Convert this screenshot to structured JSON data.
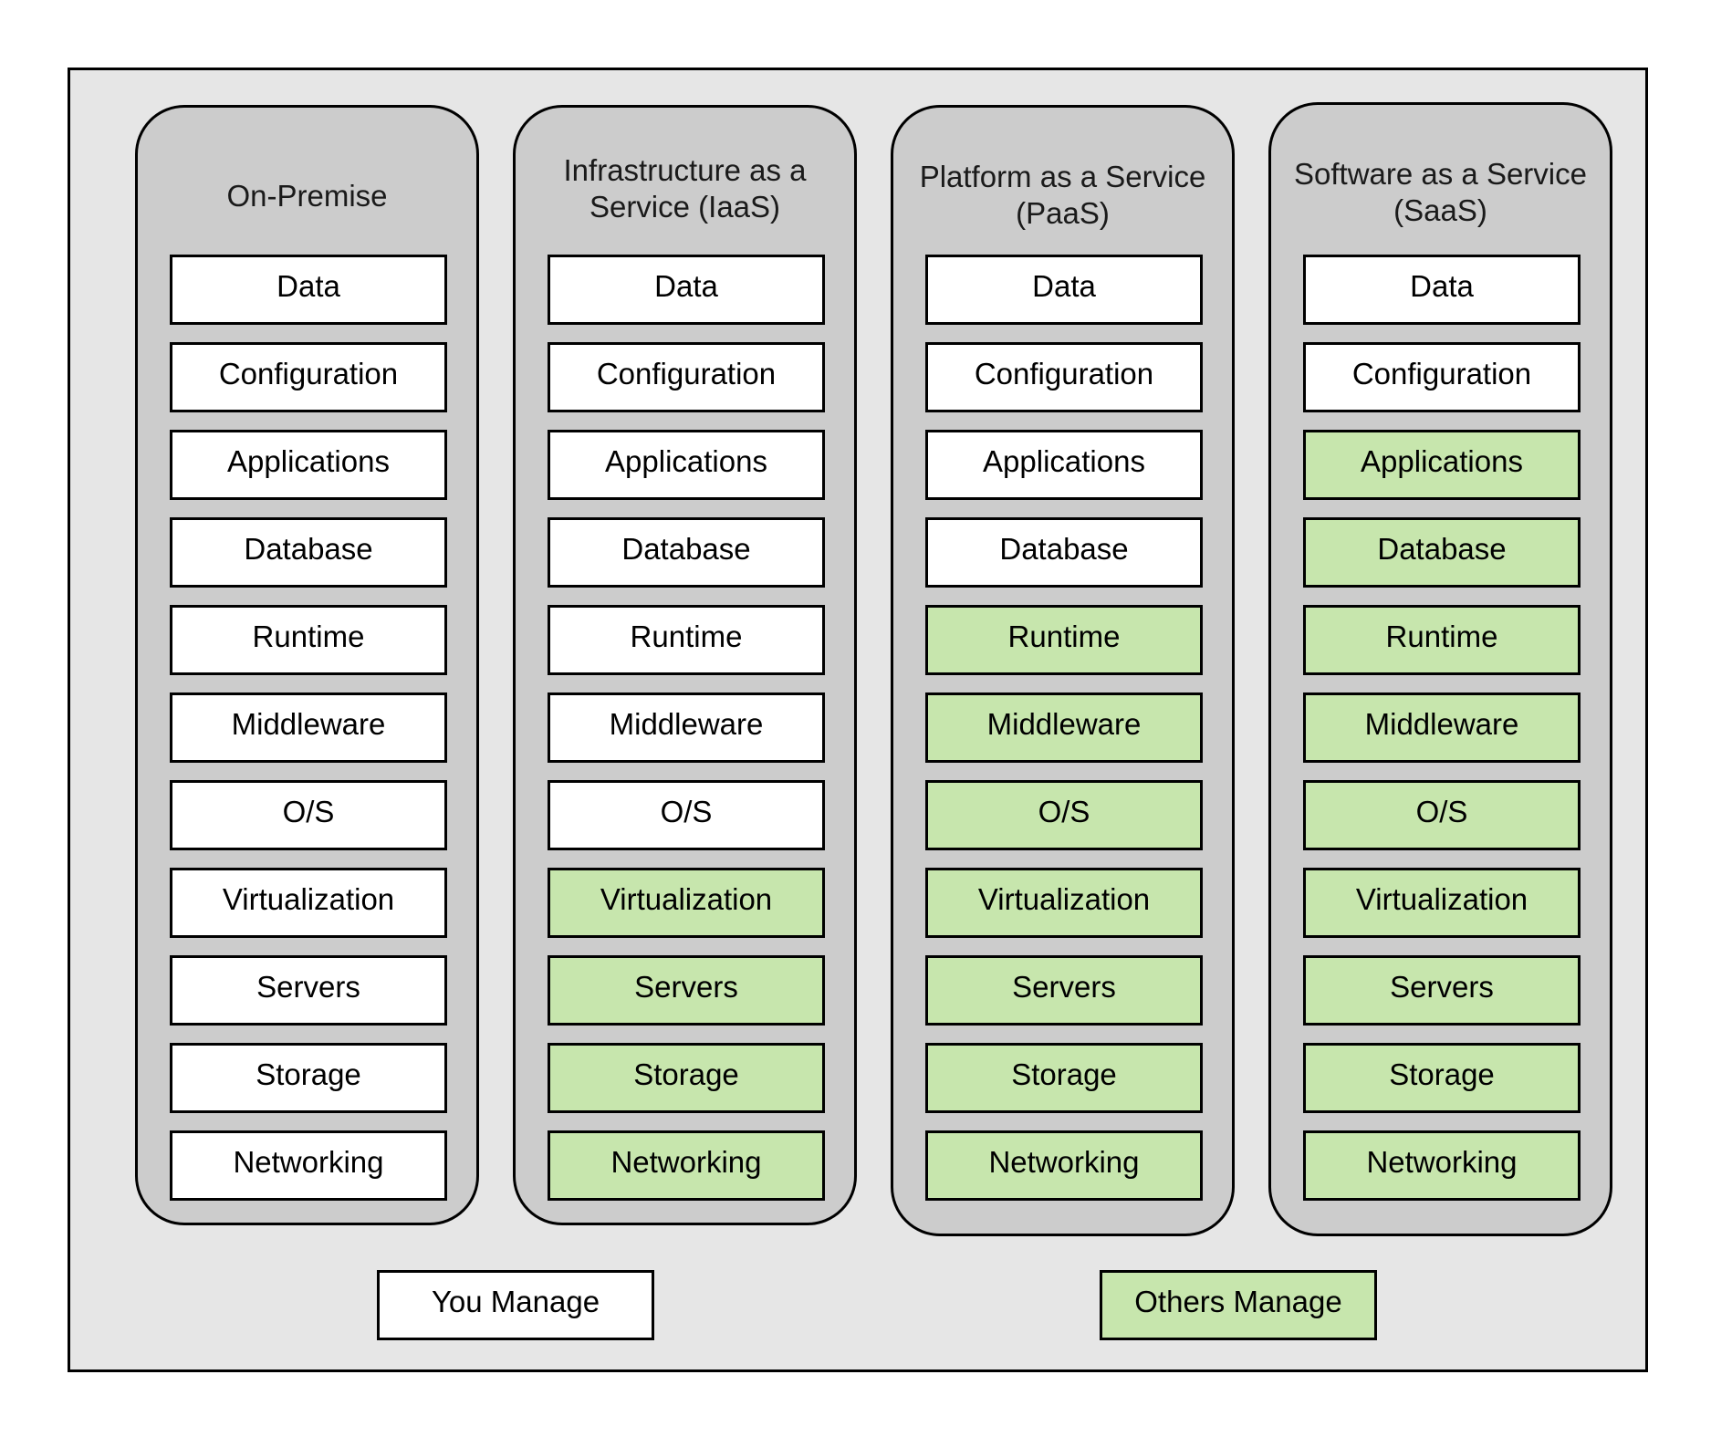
{
  "colors": {
    "frame_background": "#e6e6e6",
    "column_background": "#cccccc",
    "you_manage": "#ffffff",
    "others_manage": "#c7e6ad",
    "border": "#000000"
  },
  "columns": [
    {
      "title": "On-Premise",
      "layers": [
        {
          "label": "Data",
          "managed_by": "you"
        },
        {
          "label": "Configuration",
          "managed_by": "you"
        },
        {
          "label": "Applications",
          "managed_by": "you"
        },
        {
          "label": "Database",
          "managed_by": "you"
        },
        {
          "label": "Runtime",
          "managed_by": "you"
        },
        {
          "label": "Middleware",
          "managed_by": "you"
        },
        {
          "label": "O/S",
          "managed_by": "you"
        },
        {
          "label": "Virtualization",
          "managed_by": "you"
        },
        {
          "label": "Servers",
          "managed_by": "you"
        },
        {
          "label": "Storage",
          "managed_by": "you"
        },
        {
          "label": "Networking",
          "managed_by": "you"
        }
      ]
    },
    {
      "title": "Infrastructure as a\nService (IaaS)",
      "layers": [
        {
          "label": "Data",
          "managed_by": "you"
        },
        {
          "label": "Configuration",
          "managed_by": "you"
        },
        {
          "label": "Applications",
          "managed_by": "you"
        },
        {
          "label": "Database",
          "managed_by": "you"
        },
        {
          "label": "Runtime",
          "managed_by": "you"
        },
        {
          "label": "Middleware",
          "managed_by": "you"
        },
        {
          "label": "O/S",
          "managed_by": "you"
        },
        {
          "label": "Virtualization",
          "managed_by": "others"
        },
        {
          "label": "Servers",
          "managed_by": "others"
        },
        {
          "label": "Storage",
          "managed_by": "others"
        },
        {
          "label": "Networking",
          "managed_by": "others"
        }
      ]
    },
    {
      "title": "Platform as a Service\n(PaaS)",
      "layers": [
        {
          "label": "Data",
          "managed_by": "you"
        },
        {
          "label": "Configuration",
          "managed_by": "you"
        },
        {
          "label": "Applications",
          "managed_by": "you"
        },
        {
          "label": "Database",
          "managed_by": "you"
        },
        {
          "label": "Runtime",
          "managed_by": "others"
        },
        {
          "label": "Middleware",
          "managed_by": "others"
        },
        {
          "label": "O/S",
          "managed_by": "others"
        },
        {
          "label": "Virtualization",
          "managed_by": "others"
        },
        {
          "label": "Servers",
          "managed_by": "others"
        },
        {
          "label": "Storage",
          "managed_by": "others"
        },
        {
          "label": "Networking",
          "managed_by": "others"
        }
      ]
    },
    {
      "title": "Software as a Service\n(SaaS)",
      "layers": [
        {
          "label": "Data",
          "managed_by": "you"
        },
        {
          "label": "Configuration",
          "managed_by": "you"
        },
        {
          "label": "Applications",
          "managed_by": "others"
        },
        {
          "label": "Database",
          "managed_by": "others"
        },
        {
          "label": "Runtime",
          "managed_by": "others"
        },
        {
          "label": "Middleware",
          "managed_by": "others"
        },
        {
          "label": "O/S",
          "managed_by": "others"
        },
        {
          "label": "Virtualization",
          "managed_by": "others"
        },
        {
          "label": "Servers",
          "managed_by": "others"
        },
        {
          "label": "Storage",
          "managed_by": "others"
        },
        {
          "label": "Networking",
          "managed_by": "others"
        }
      ]
    }
  ],
  "legend": {
    "you_label": "You Manage",
    "others_label": "Others Manage"
  }
}
